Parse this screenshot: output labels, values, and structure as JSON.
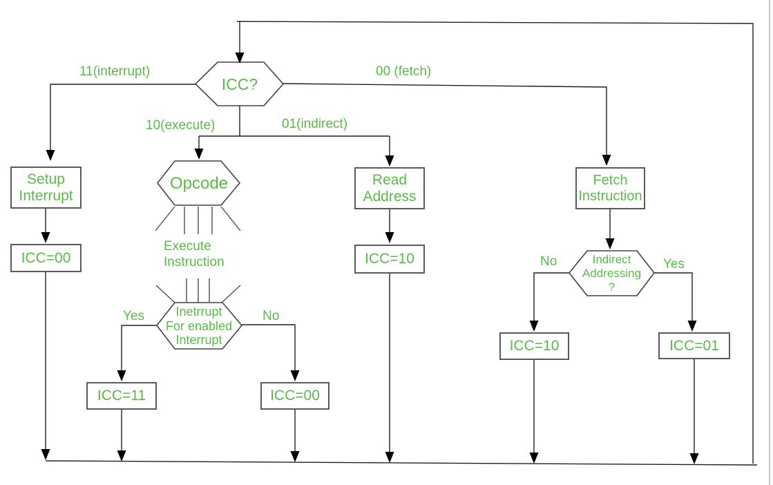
{
  "palette": {
    "text_green": "#5aba47",
    "line_dark": "#1f1f1f",
    "box_border": "#595959",
    "page_edge_gray": "#c9c9c9"
  },
  "flowchart": {
    "root": {
      "label": "ICC?"
    },
    "branches": {
      "interrupt_label": "11(interrupt)",
      "fetch_label": "00 (fetch)",
      "execute_label": "10(execute)",
      "indirect_label": "01(indirect)"
    },
    "interrupt_path": {
      "setup_box": "Setup\nInterrupt",
      "icc_box": "ICC=00"
    },
    "execute_path": {
      "opcode_hex": "Opcode",
      "execute_caption": "Execute\nInstruction",
      "interrupt_check_hex": "Inetrrupt\nFor enabled\nInterrupt",
      "yes_label": "Yes",
      "no_label": "No",
      "icc_yes_box": "ICC=11",
      "icc_no_box": "ICC=00"
    },
    "indirect_path": {
      "read_address_box": "Read\nAddress",
      "icc_box": "ICC=10"
    },
    "fetch_path": {
      "fetch_instruction_box": "Fetch\nInstruction",
      "indirect_check_hex": "Indirect\nAddressing\n?",
      "no_label": "No",
      "yes_label": "Yes",
      "icc_no_box": "ICC=10",
      "icc_yes_box": "ICC=01"
    }
  }
}
